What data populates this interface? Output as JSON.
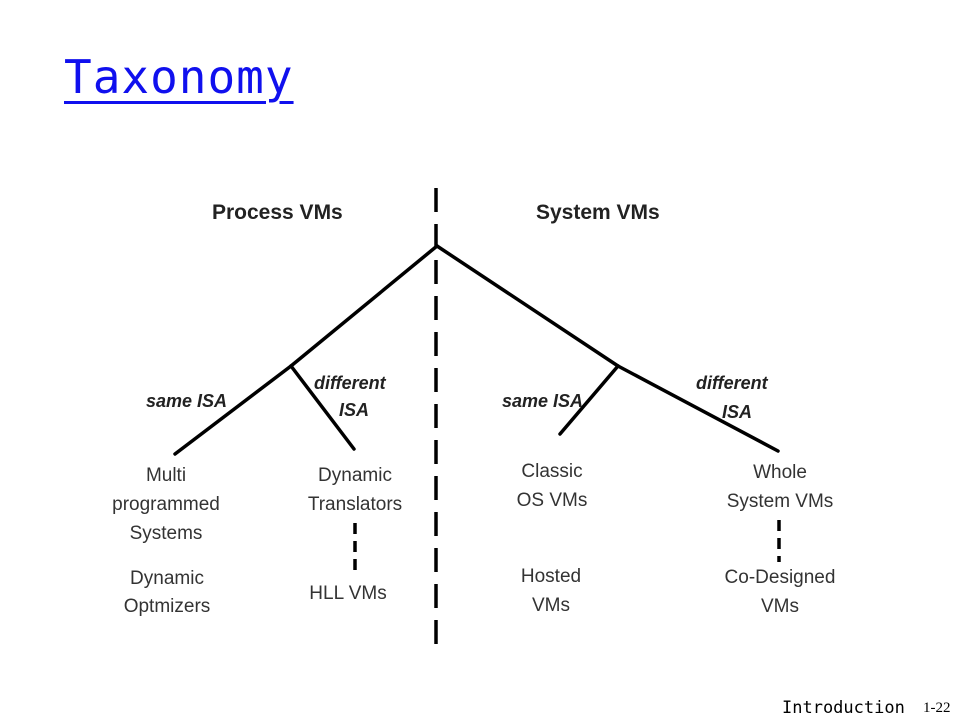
{
  "slide": {
    "title": "Taxonomy",
    "footer_label": "Introduction",
    "footer_page": "1-22",
    "accent_color": "#1010ee"
  },
  "diagram": {
    "headers": {
      "process": "Process VMs",
      "system": "System VMs"
    },
    "edges": {
      "process_same": "same ISA",
      "process_diff_1": "different",
      "process_diff_2": "ISA",
      "system_same": "same ISA",
      "system_diff_1": "different",
      "system_diff_2": "ISA"
    },
    "leaves": {
      "multi_1": "Multi",
      "multi_2": "programmed",
      "multi_3": "Systems",
      "dynopt_1": "Dynamic",
      "dynopt_2": "Optmizers",
      "dyntrans_1": "Dynamic",
      "dyntrans_2": "Translators",
      "hll": "HLL VMs",
      "classic_1": "Classic",
      "classic_2": "OS VMs",
      "hosted_1": "Hosted",
      "hosted_2": "VMs",
      "whole_1": "Whole",
      "whole_2": "System VMs",
      "codesigned_1": "Co-Designed",
      "codesigned_2": "VMs"
    }
  }
}
